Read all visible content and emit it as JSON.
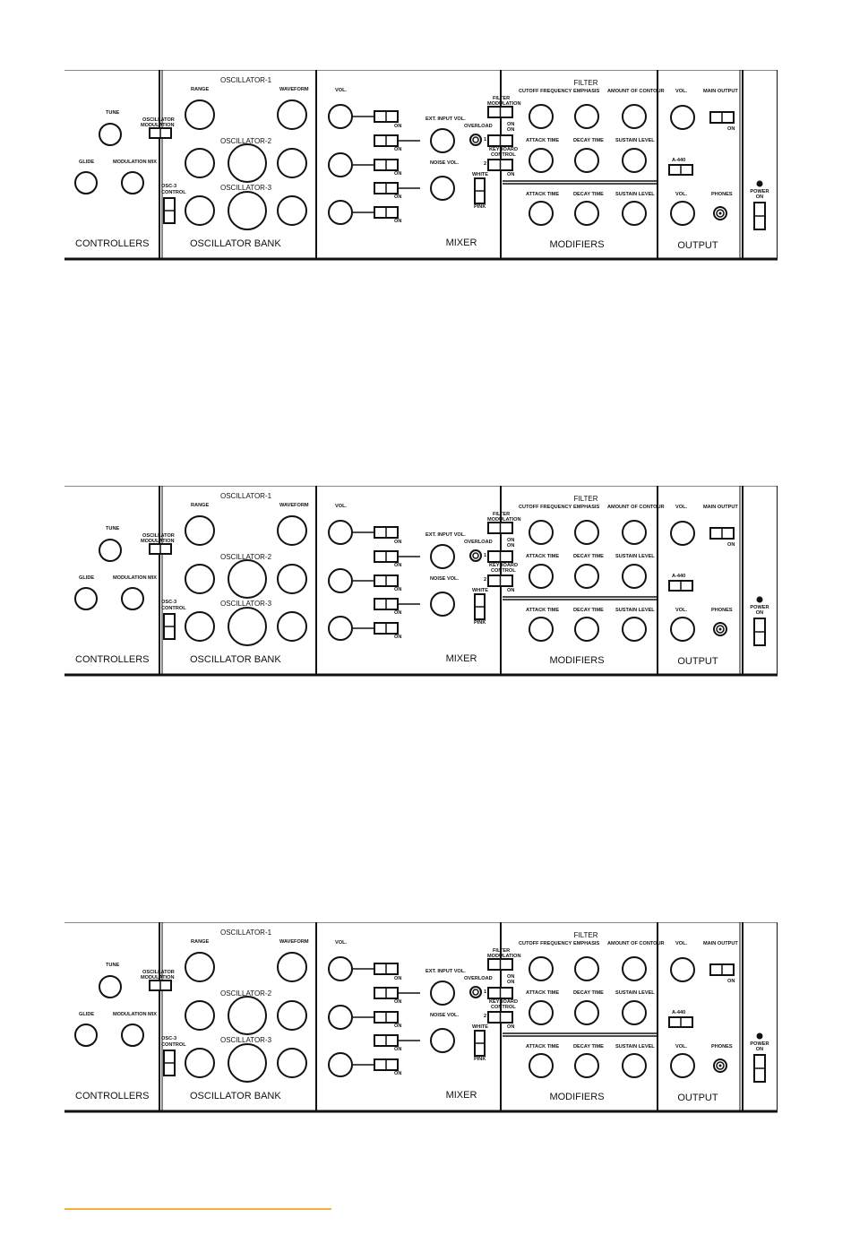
{
  "panel": {
    "sections": {
      "controllers": "CONTROLLERS",
      "oscillator_bank": "OSCILLATOR BANK",
      "mixer": "MIXER",
      "modifiers": "MODIFIERS",
      "output": "OUTPUT"
    },
    "labels": {
      "tune": "TUNE",
      "glide": "GLIDE",
      "modulation_mix": "MODULATION MIX",
      "osc_mod_1": "OSCILLATOR",
      "osc_mod_2": "MODULATION",
      "osc3_1": "OSC-3",
      "osc3_2": "CONTROL",
      "range": "RANGE",
      "waveform": "WAVEFORM",
      "osc1": "OSCILLATOR-1",
      "osc2": "OSCILLATOR-2",
      "osc3": "OSCILLATOR-3",
      "vol": "VOL.",
      "ext_input_vol": "EXT. INPUT VOL.",
      "overload": "OVERLOAD",
      "noise_vol": "NOISE VOL.",
      "white": "WHITE",
      "pink": "PINK",
      "on": "ON",
      "filter_mod_1": "FILTER",
      "filter_mod_2": "MODULATION",
      "kbd_ctrl_1": "KEYBOARD",
      "kbd_ctrl_2": "CONTROL",
      "num1": "1",
      "num2": "2",
      "filter": "FILTER",
      "cutoff_frequency": "CUTOFF FREQUENCY",
      "emphasis": "EMPHASIS",
      "amount_of_contour": "AMOUNT OF CONTOUR",
      "attack_time": "ATTACK TIME",
      "decay_time": "DECAY TIME",
      "sustain_level": "SUSTAIN LEVEL",
      "main_output": "MAIN OUTPUT",
      "a440": "A-440",
      "phones": "PHONES",
      "power": "POWER",
      "power_on": "ON"
    }
  }
}
